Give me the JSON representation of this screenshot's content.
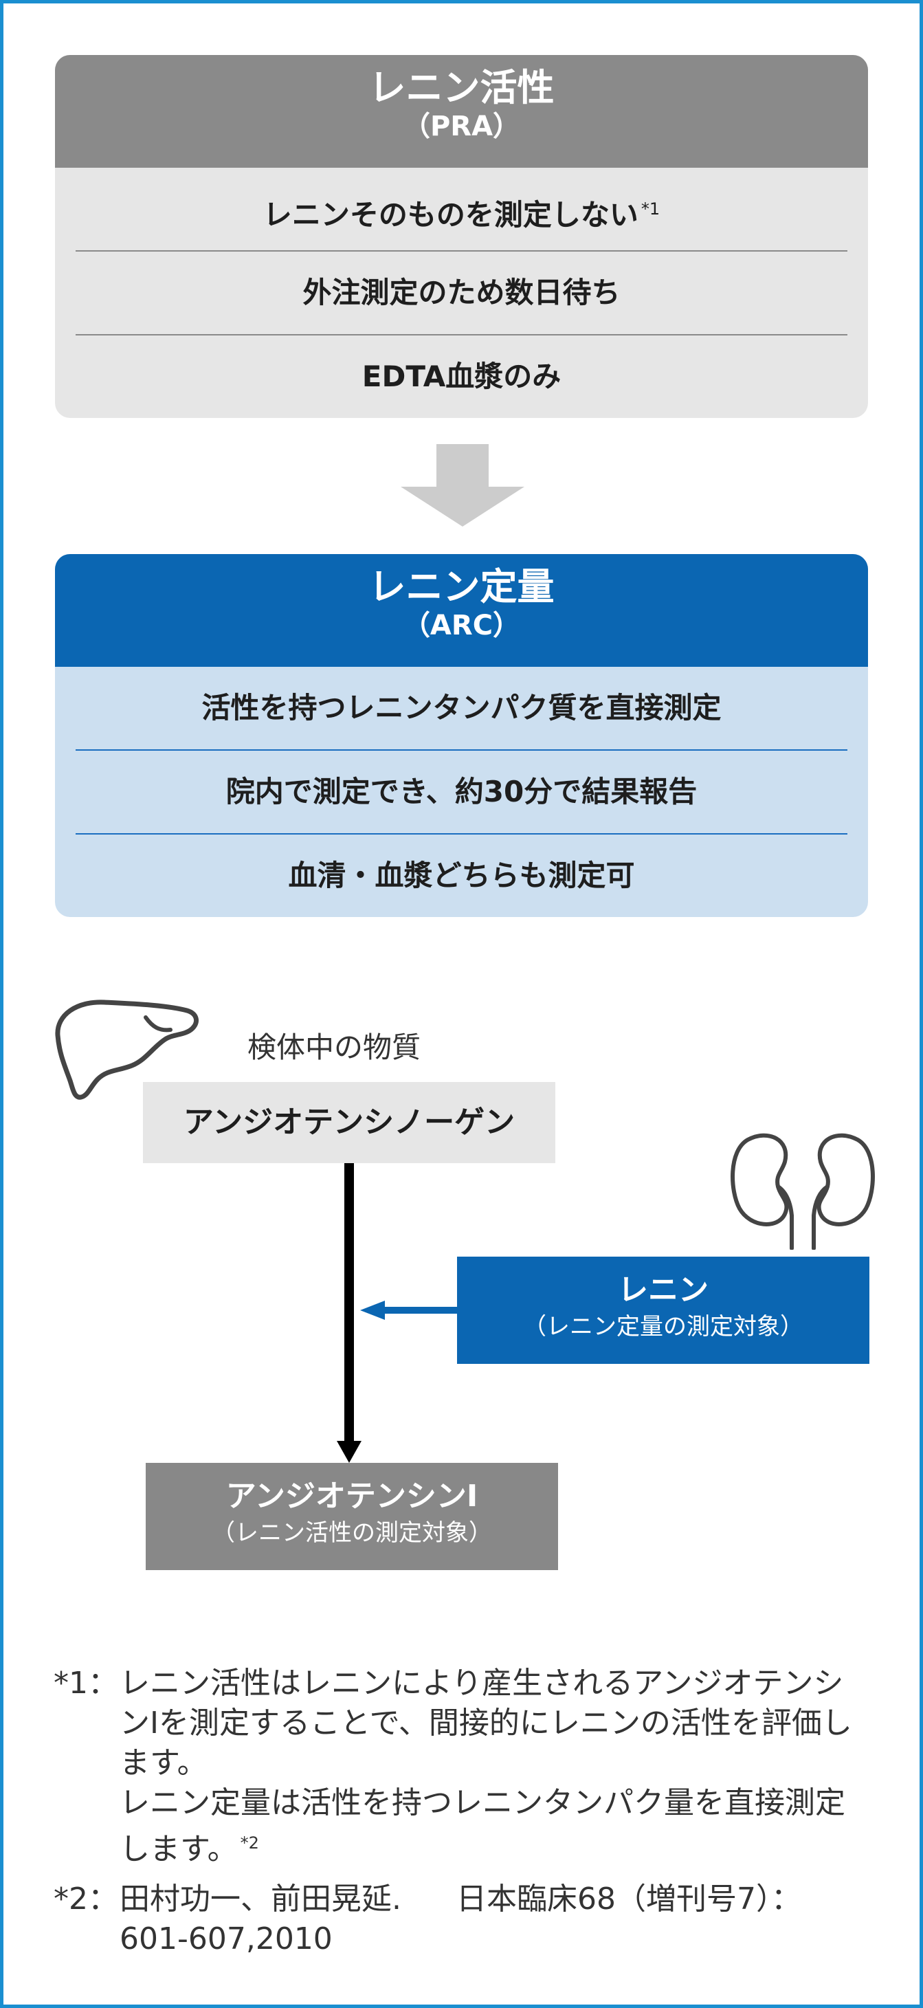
{
  "pra_card": {
    "title": "レニン活性",
    "subtitle": "（PRA）",
    "rows": [
      {
        "text": "レニンそのものを測定しない",
        "sup": "*1"
      },
      {
        "text": "外注測定のため数日待ち",
        "sup": ""
      },
      {
        "text": "EDTA血漿のみ",
        "sup": ""
      }
    ]
  },
  "arc_card": {
    "title": "レニン定量",
    "subtitle": "（ARC）",
    "rows": [
      {
        "text": "活性を持つレニンタンパク質を直接測定"
      },
      {
        "text": "院内で測定でき、約30分で結果報告"
      },
      {
        "text": "血清・血漿どちらも測定可"
      }
    ]
  },
  "diagram": {
    "substance_label": "検体中の物質",
    "angiotensinogen": "アンジオテンシノーゲン",
    "renin": {
      "main": "レニン",
      "sub": "（レニン定量の測定対象）"
    },
    "angiotensin1": {
      "main": "アンジオテンシンⅠ",
      "sub": "（レニン活性の測定対象）"
    }
  },
  "notes": [
    {
      "marker": "*1：",
      "lines": [
        "レニン活性はレニンにより産生されるアンジオテンシンⅠを測定することで、間接的にレニンの活性を評価します。",
        "レニン定量は活性を持つレニンタンパク量を直接測定します。"
      ],
      "sup": "*2"
    },
    {
      "marker": "*2：",
      "ref_authors": "田村功一、前田晃延.",
      "ref_journal": "日本臨床68（増刊号7）：",
      "ref_pages": "601-607,2010"
    }
  ],
  "colors": {
    "pra_header": "#8a8a8a",
    "pra_body": "#e6e6e6",
    "arc_header": "#0b66b2",
    "arc_body": "#ccdff0",
    "renin_box": "#0b66b2",
    "angiotensin1_box": "#888888",
    "frame_border": "#1a8fd0"
  },
  "icons": [
    "down-arrow-icon",
    "liver-icon",
    "kidney-icon"
  ]
}
